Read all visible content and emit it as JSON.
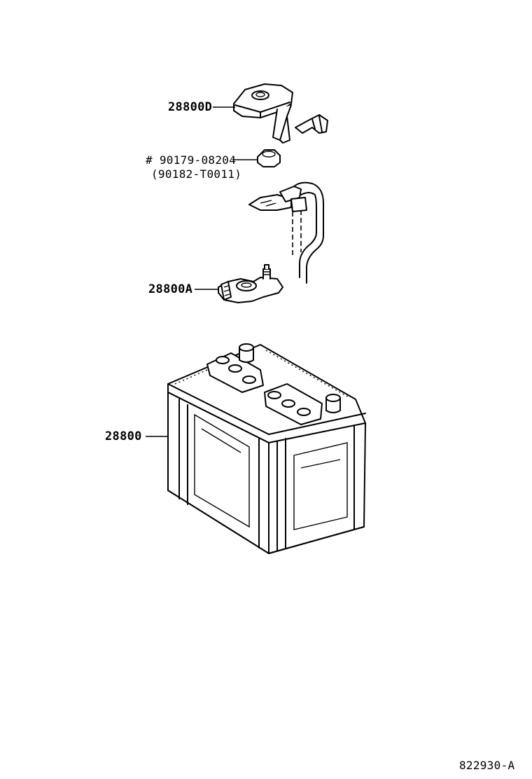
{
  "parts": {
    "terminal_cover": {
      "label": "28800D"
    },
    "nut": {
      "label": "# 90179-08204",
      "alt_label": "(90182-T0011)"
    },
    "clamp_terminal": {
      "label": "28800A"
    },
    "battery": {
      "label": "28800"
    }
  },
  "diagram_id": "822930-A"
}
